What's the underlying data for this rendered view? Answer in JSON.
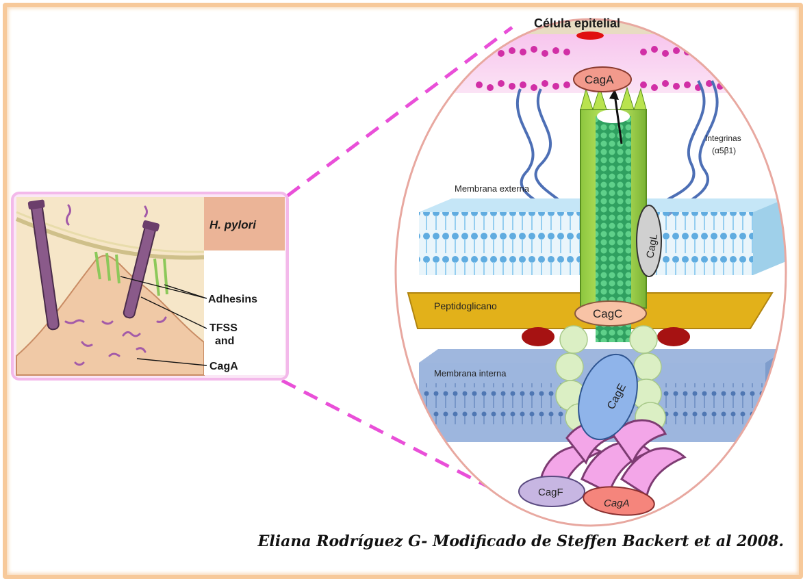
{
  "labels": {
    "epithelial_cell": "Célula epitelial",
    "cagA_top": "CagA",
    "integrins_line1": "Integrinas",
    "integrins_line2": "(α5β1)",
    "outer_membrane": "Membrana externa",
    "cagL": "CagL",
    "peptidoglycan": "Peptidoglicano",
    "cagC": "CagC",
    "inner_membrane": "Membrana interna",
    "cagE": "CagE",
    "cagF": "CagF",
    "cagA_bottom": "CagA",
    "h_pylori": "H. pylori",
    "adhesins": "Adhesins",
    "tfss_1": "TFSS",
    "tfss_2": "and",
    "tfss_3": "CagA"
  },
  "credit": "Eliana Rodríguez G- Modificado de Steffen Backert et al 2008."
}
